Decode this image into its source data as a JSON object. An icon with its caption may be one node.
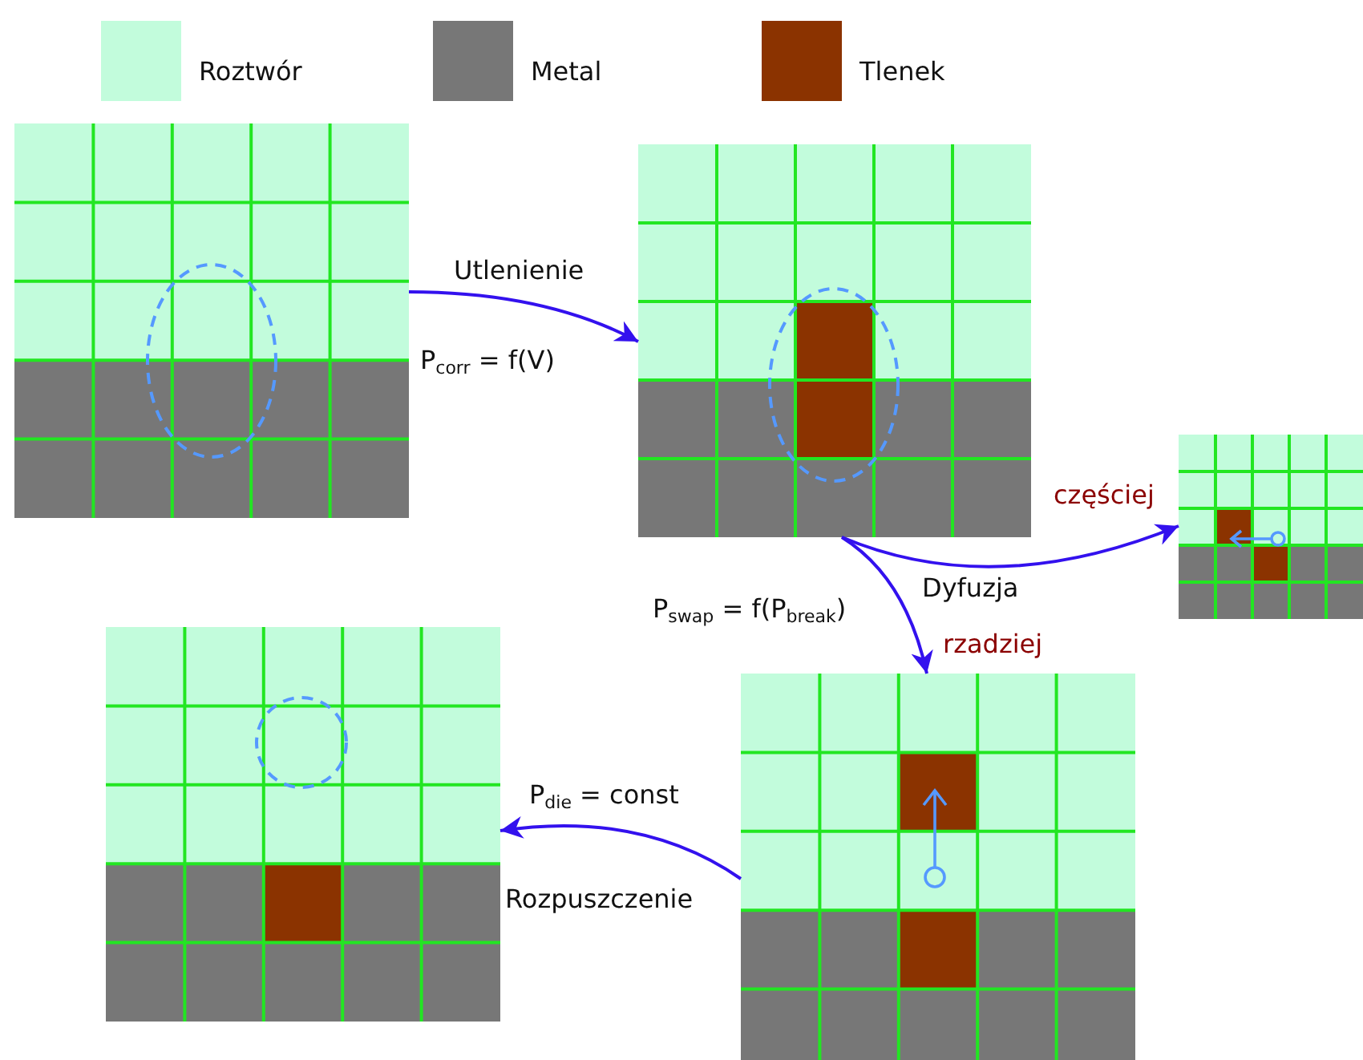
{
  "diagram": {
    "nodes": [
      {
        "text": [],
        "shape": "picture"
      },
      {
        "text": [],
        "shape": "picture"
      },
      {
        "text": [],
        "shape": "picture"
      },
      {
        "text": [],
        "shape": "picture"
      },
      {
        "text": [],
        "shape": "picture"
      }
    ],
    "edges": [
      {
        "from": 0,
        "to": 1,
        "arrow": "to",
        "label": "Utlenienie"
      },
      {
        "from": 1,
        "to": 2,
        "arrow": "to",
        "label": "częściej"
      },
      {
        "from": 1,
        "to": 4,
        "arrow": "to",
        "label": "rzadziej"
      },
      {
        "from": 4,
        "to": 3,
        "arrow": "to",
        "label": "Rozpuszczenie"
      }
    ],
    "labels": [
      "P$_{corr}$ = f(V)",
      "Dyfuzja",
      "P$_{swap}$ = f(P$_{break}$)",
      "P$_{die}$ = const"
    ],
    "legend": [
      {
        "text": "Roztwór",
        "color": "#c2fcdc"
      },
      {
        "text": "Metal",
        "color": "#777777"
      },
      {
        "text": "Tlenek",
        "color": "#8b3300"
      }
    ]
  }
}
